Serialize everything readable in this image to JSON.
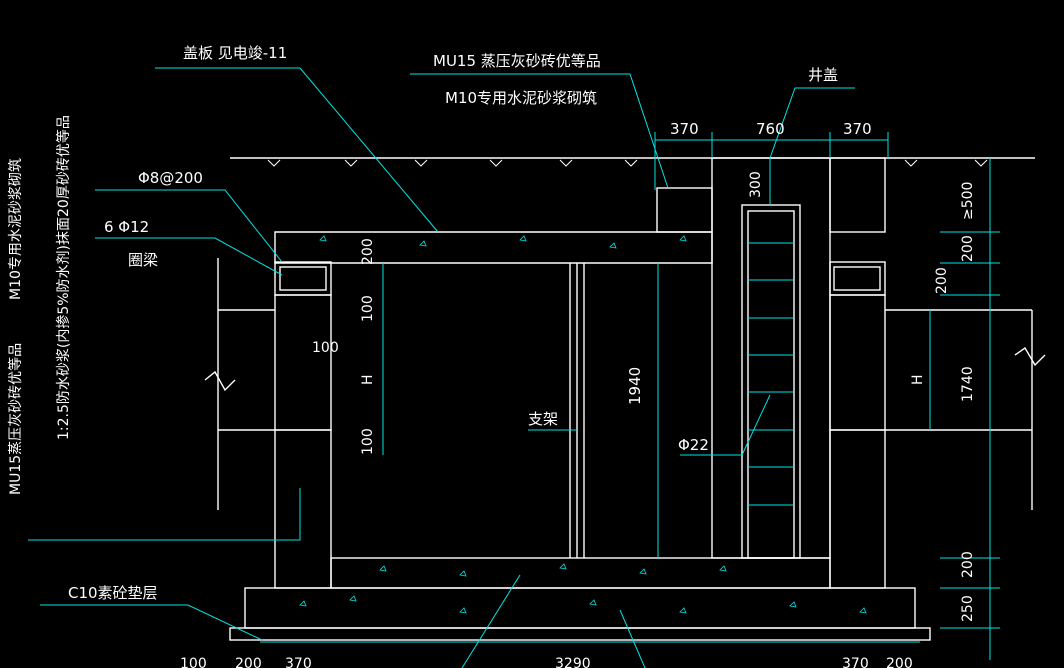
{
  "labels": {
    "cover": "盖板 见电竣-11",
    "mu15": "MU15 蒸压灰砂砖优等品",
    "m10": "M10专用水泥砂浆砌筑",
    "well_cover": "井盖",
    "rebar_phi8": "Φ8@200",
    "rebar_6phi12": "6 Φ12",
    "ring_beam": "圈梁",
    "bracket": "支架",
    "ladder_phi22": "Φ22",
    "c10": "C10素砼垫层",
    "left_vert_1": "M10专用水泥砂浆砌筑",
    "left_vert_2": "MU15蒸压灰砂砖优等品",
    "left_vert_3": "1:2.5防水砂浆(内掺5%防水剂)抹面20厚砂砖优等品"
  },
  "dims": {
    "d370_l": "370",
    "d760": "760",
    "d370_r": "370",
    "d300": "300",
    "d500": "≥500",
    "d200_r1": "200",
    "d200_r2": "200",
    "d1740": "1740",
    "dH_r": "H",
    "d200_r3": "200",
    "d250": "250",
    "d200_slab": "200",
    "d100_a": "100",
    "d100_b": "100",
    "d100_c": "100",
    "dH_l": "H",
    "d1940": "1940",
    "b100": "100",
    "b200": "200",
    "b370": "370",
    "b3290": "3290",
    "b370_r": "370",
    "b200_r": "200"
  },
  "colors": {
    "line": "#ffffff",
    "dim": "#00e5e5",
    "background": "#000000"
  }
}
